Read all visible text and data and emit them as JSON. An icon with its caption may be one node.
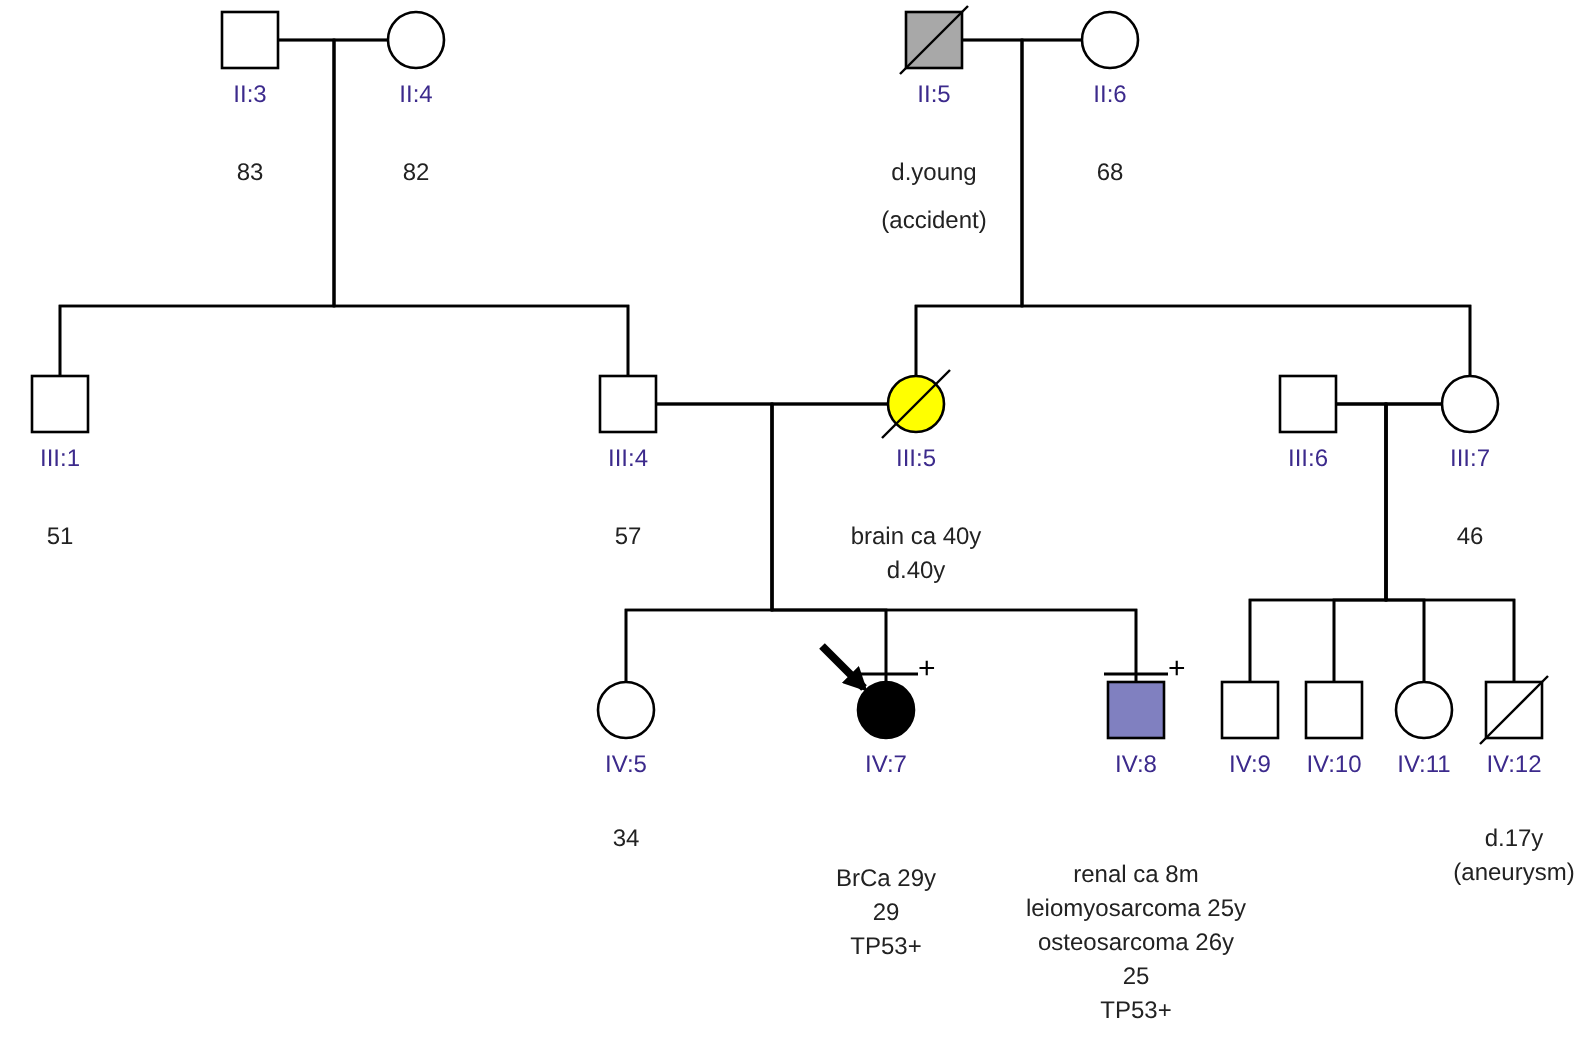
{
  "diagram": {
    "nodes": [
      {
        "text": [
          "II:3"
        ],
        "beside": [
          "83"
        ]
      },
      {
        "text": [
          "II:4"
        ],
        "beside": [
          "82"
        ]
      },
      {
        "text": [
          "II:5"
        ],
        "beside": [
          "d.young",
          "(accident)"
        ]
      },
      {
        "text": [
          "II:6"
        ],
        "beside": [
          "68"
        ]
      },
      {
        "text": [
          "III:1"
        ],
        "beside": [
          "51"
        ]
      },
      {
        "text": [
          "III:4"
        ],
        "beside": [
          "57"
        ]
      },
      {
        "text": [
          "III:5"
        ],
        "beside": [
          "brain ca 40y",
          "d.40y"
        ]
      },
      {
        "text": [
          "III:6"
        ]
      },
      {
        "text": [
          "III:7"
        ],
        "beside": [
          "46"
        ]
      },
      {
        "text": [
          "IV:5"
        ],
        "beside": [
          "34"
        ]
      },
      {
        "text": [
          "IV:7"
        ],
        "beside": [
          "+",
          "BrCa 29y",
          "29",
          "TP53+"
        ]
      },
      {
        "text": [
          "IV:8"
        ],
        "beside": [
          "+",
          "renal ca 8m",
          "leiomyosarcoma 25y",
          "osteosarcoma 26y",
          "25",
          "TP53+"
        ]
      },
      {
        "text": [
          "IV:9"
        ]
      },
      {
        "text": [
          "IV:10"
        ]
      },
      {
        "text": [
          "IV:11"
        ]
      },
      {
        "text": [
          "IV:12"
        ],
        "beside": [
          "d.17y",
          "(aneurysm)"
        ]
      }
    ],
    "edges": [
      {
        "from": 0,
        "to": 1,
        "arrow": "none"
      },
      {
        "from": 2,
        "to": 3,
        "arrow": "none"
      },
      {
        "from": 5,
        "to": 6,
        "arrow": "none"
      },
      {
        "from": 7,
        "to": 8,
        "arrow": "none"
      },
      {
        "from": 0,
        "to": 4,
        "arrow": "none"
      },
      {
        "from": 1,
        "to": 4,
        "arrow": "none"
      },
      {
        "from": 0,
        "to": 5,
        "arrow": "none"
      },
      {
        "from": 1,
        "to": 5,
        "arrow": "none"
      },
      {
        "from": 2,
        "to": 6,
        "arrow": "none"
      },
      {
        "from": 3,
        "to": 6,
        "arrow": "none"
      },
      {
        "from": 2,
        "to": 8,
        "arrow": "none"
      },
      {
        "from": 3,
        "to": 8,
        "arrow": "none"
      },
      {
        "from": 5,
        "to": 9,
        "arrow": "none"
      },
      {
        "from": 6,
        "to": 9,
        "arrow": "none"
      },
      {
        "from": 5,
        "to": 10,
        "arrow": "none"
      },
      {
        "from": 6,
        "to": 10,
        "arrow": "none"
      },
      {
        "from": 5,
        "to": 11,
        "arrow": "none"
      },
      {
        "from": 6,
        "to": 11,
        "arrow": "none"
      },
      {
        "from": 7,
        "to": 12,
        "arrow": "none"
      },
      {
        "from": 8,
        "to": 12,
        "arrow": "none"
      },
      {
        "from": 7,
        "to": 13,
        "arrow": "none"
      },
      {
        "from": 8,
        "to": 13,
        "arrow": "none"
      },
      {
        "from": 7,
        "to": 14,
        "arrow": "none"
      },
      {
        "from": 8,
        "to": 14,
        "arrow": "none"
      },
      {
        "from": 7,
        "to": 15,
        "arrow": "none"
      },
      {
        "from": 8,
        "to": 15,
        "arrow": "none"
      },
      {
        "from": null,
        "to": 10,
        "arrow": "to",
        "style": "thick"
      }
    ]
  }
}
